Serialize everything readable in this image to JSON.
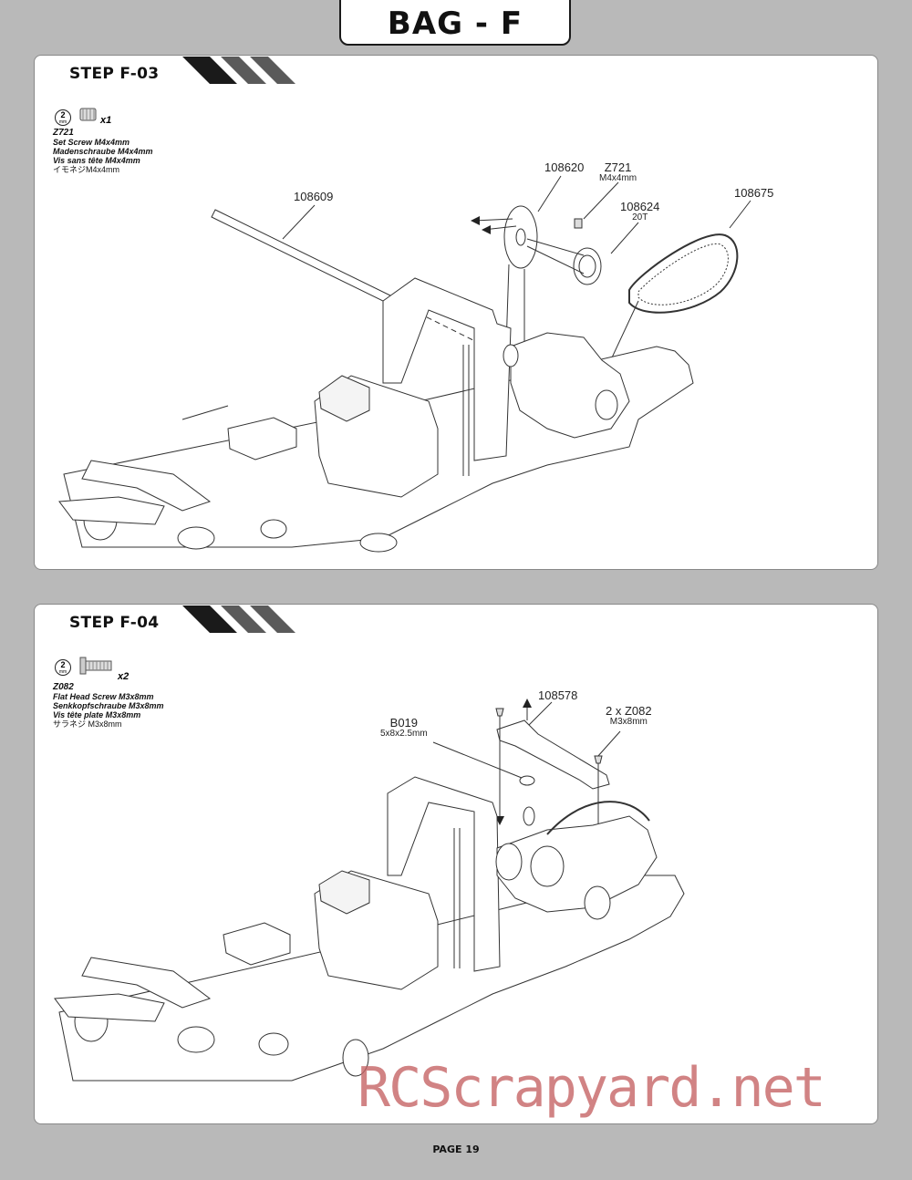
{
  "header": {
    "title": "BAG - F"
  },
  "steps": [
    {
      "title": "STEP F-03",
      "tool": {
        "size": "2",
        "unit": "mm"
      },
      "part": {
        "quantity": "x1",
        "code": "Z721",
        "names": [
          "Set Screw M4x4mm",
          "Madenschraube M4x4mm",
          "Vis sans tête M4x4mm",
          "イモネジM4x4mm"
        ]
      },
      "callouts": [
        {
          "label": "108609",
          "sub": ""
        },
        {
          "label": "108620",
          "sub": ""
        },
        {
          "label": "Z721",
          "sub": "M4x4mm"
        },
        {
          "label": "108624",
          "sub": "20T"
        },
        {
          "label": "108675",
          "sub": ""
        }
      ]
    },
    {
      "title": "STEP F-04",
      "tool": {
        "size": "2",
        "unit": "mm"
      },
      "part": {
        "quantity": "x2",
        "code": "Z082",
        "names": [
          "Flat Head Screw M3x8mm",
          "Senkkopfschraube M3x8mm",
          "Vis tête plate M3x8mm",
          "サラネジ M3x8mm"
        ]
      },
      "callouts": [
        {
          "label": "108578",
          "sub": ""
        },
        {
          "label": "B019",
          "sub": "5x8x2.5mm"
        },
        {
          "label": "2 x Z082",
          "sub": "M3x8mm"
        }
      ]
    }
  ],
  "footer": {
    "page": "PAGE 19"
  },
  "watermark": {
    "text": "RCScrapyard.net"
  }
}
